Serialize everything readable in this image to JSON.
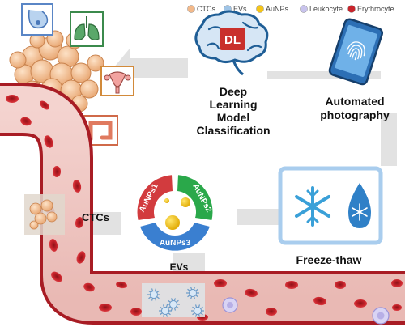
{
  "legend": {
    "items": [
      {
        "label": "CTCs",
        "symbol": "ctc-symbol-icon",
        "color": "#f3b98a"
      },
      {
        "label": "EVs",
        "symbol": "ev-symbol-icon",
        "color": "#9fc4e6"
      },
      {
        "label": "AuNPs",
        "symbol": "aunp-symbol-icon",
        "color": "#f5c518"
      },
      {
        "label": "Leukocyte",
        "symbol": "leukocyte-symbol-icon",
        "color": "#c8c3ec"
      },
      {
        "label": "Erythrocyte",
        "symbol": "erythrocyte-symbol-icon",
        "color": "#c8242b"
      }
    ]
  },
  "steps": {
    "deep_learning": {
      "badge": "DL",
      "lines": [
        "Deep",
        "Learning",
        "Model",
        "Classification"
      ]
    },
    "photography": {
      "lines": [
        "Automated",
        "photography"
      ]
    },
    "freeze_thaw": {
      "label": "Freeze-thaw"
    }
  },
  "inputs": {
    "ctcs_label": "CTCs",
    "evs_label": "EVs"
  },
  "probe_ring": {
    "segments": [
      "AuNPs1",
      "AuNPs2",
      "AuNPs3"
    ]
  },
  "organs": [
    "breast-icon",
    "lung-icon",
    "uterus-icon",
    "colon-icon"
  ],
  "colors": {
    "blood_vessel": "#efc6c2",
    "vessel_wall": "#a81c24",
    "erythrocyte": "#c8242b",
    "panel": "#e4e4e4",
    "seg_red": "#d23b3e",
    "seg_green": "#2aa84a",
    "seg_blue": "#3a7fd0",
    "gold": "#f5c518",
    "freeze_frame": "#a9cdee",
    "brain_blue": "#1f5e96",
    "dl_red": "#c9302c"
  }
}
